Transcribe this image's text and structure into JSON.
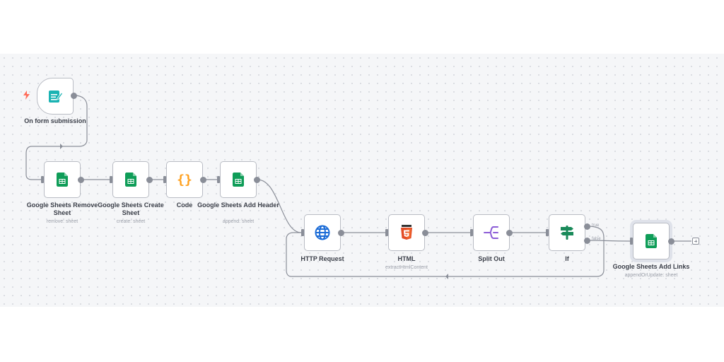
{
  "nodes": {
    "trigger": {
      "label": "On form submission",
      "icon": "form-trigger-icon",
      "marker": "bolt-icon"
    },
    "remove": {
      "label": "Google Sheets Remove Sheet",
      "sub": "remove: sheet",
      "icon": "google-sheets-icon"
    },
    "create": {
      "label": "Google Sheets Create Sheet",
      "sub": "create: sheet",
      "icon": "google-sheets-icon"
    },
    "code": {
      "label": "Code",
      "icon": "code-braces-icon"
    },
    "header": {
      "label": "Google Sheets Add Header",
      "sub": "append: sheet",
      "icon": "google-sheets-icon"
    },
    "http": {
      "label": "HTTP Request",
      "icon": "globe-icon"
    },
    "html": {
      "label": "HTML",
      "sub": "extractHtmlContent",
      "icon": "html5-icon"
    },
    "split": {
      "label": "Split Out",
      "icon": "split-out-icon"
    },
    "if": {
      "label": "If",
      "icon": "signpost-icon"
    },
    "links": {
      "label": "Google Sheets Add Links",
      "sub": "appendOrUpdate: sheet",
      "icon": "google-sheets-icon"
    }
  },
  "branches": {
    "true": "true",
    "false": "false"
  },
  "colors": {
    "sheets": "#0f9d58",
    "trigger": "#1ab3b3",
    "bolt": "#ff6d5a",
    "code": "#ff9f1c",
    "globe": "#1a6bd6",
    "html5": "#e34c26",
    "split": "#8b5cd6",
    "if": "#1a8a5a",
    "wire": "#8a8e98"
  }
}
